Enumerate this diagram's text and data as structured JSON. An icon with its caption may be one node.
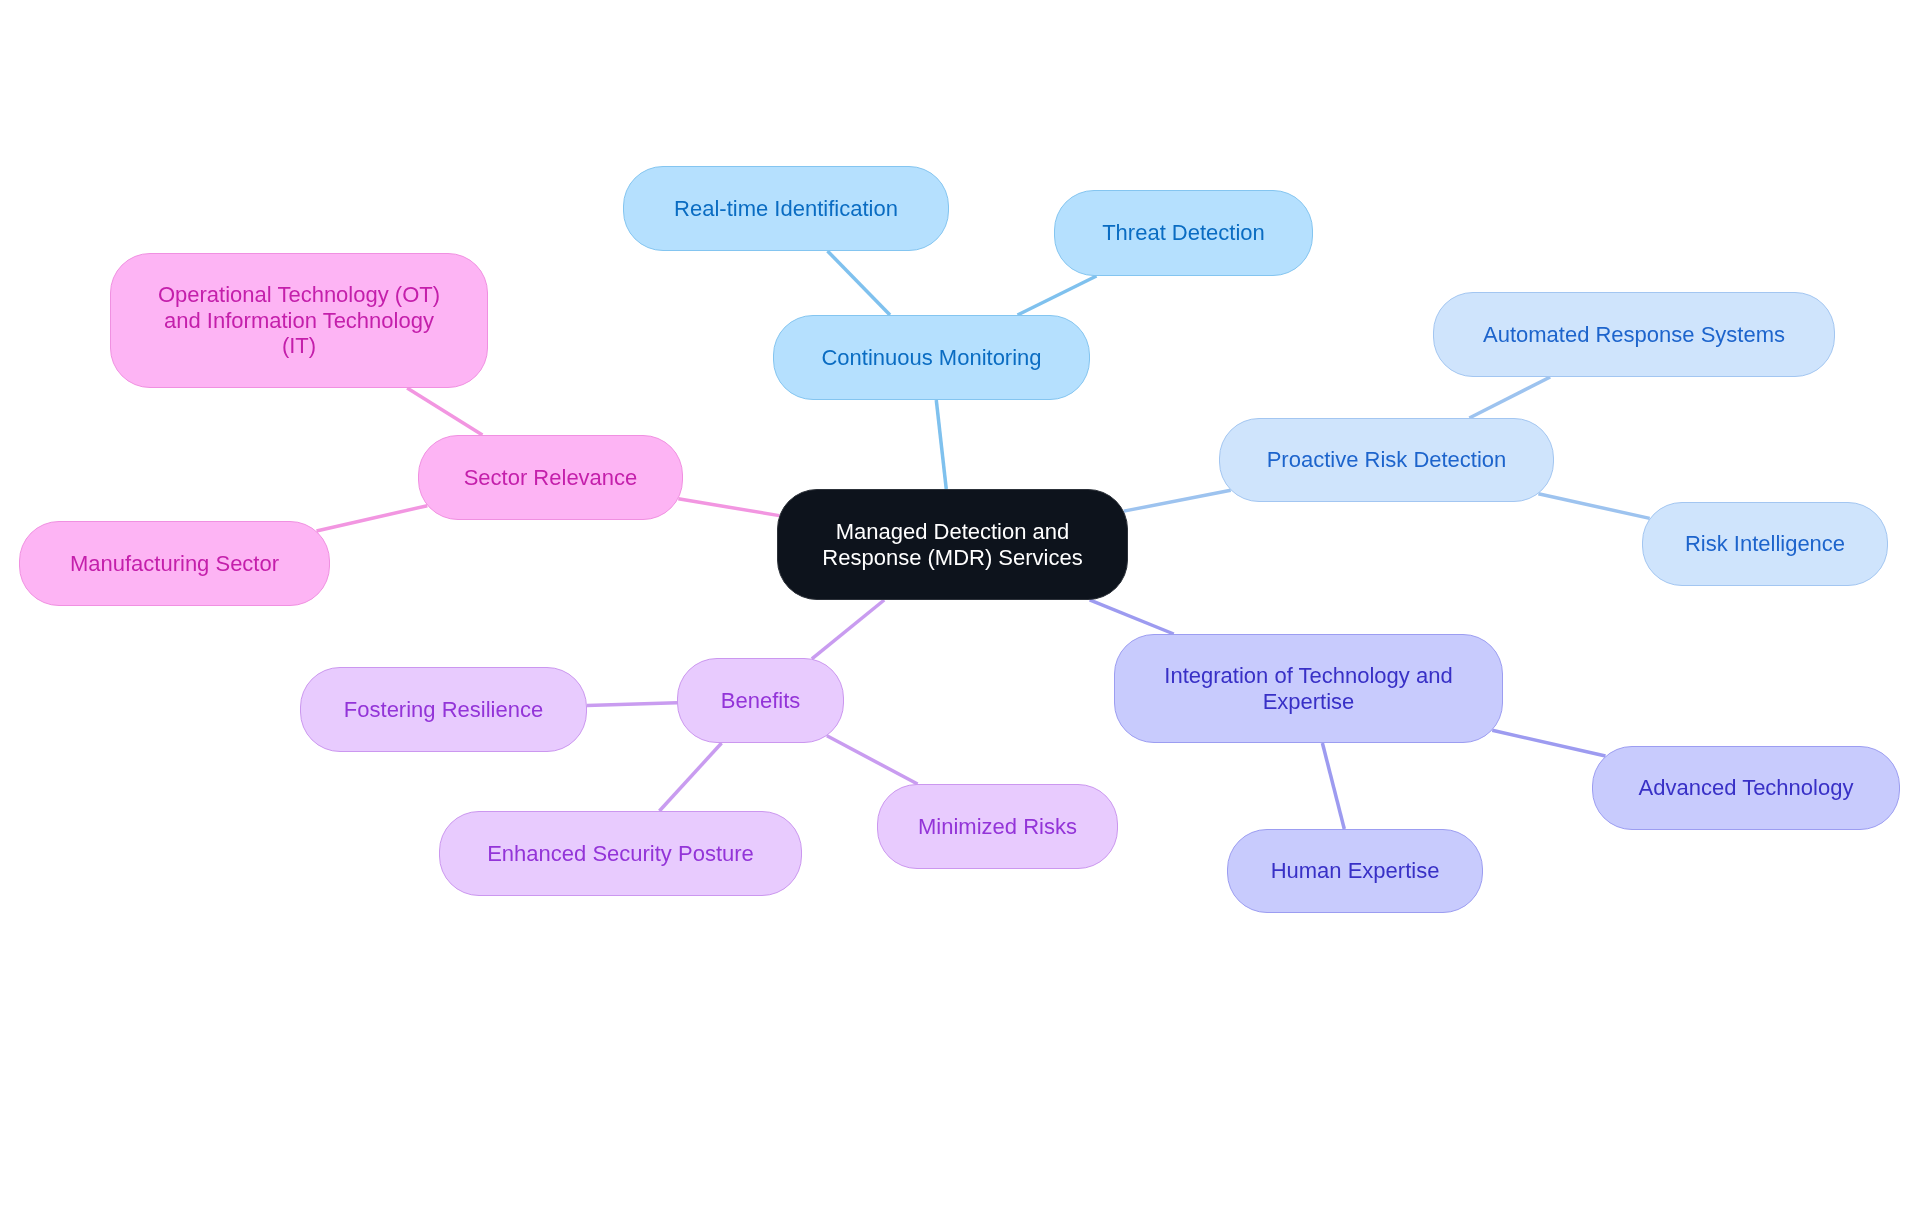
{
  "diagram": {
    "nodes": [
      {
        "text": [
          "Managed Detection and Response (MDR) Services"
        ]
      },
      {
        "text": [
          "Continuous Monitoring"
        ]
      },
      {
        "text": [
          "Real-time Identification"
        ]
      },
      {
        "text": [
          "Threat Detection"
        ]
      },
      {
        "text": [
          "Proactive Risk Detection"
        ]
      },
      {
        "text": [
          "Automated Response Systems"
        ]
      },
      {
        "text": [
          "Risk Intelligence"
        ]
      },
      {
        "text": [
          "Integration of Technology and Expertise"
        ]
      },
      {
        "text": [
          "Advanced Technology"
        ]
      },
      {
        "text": [
          "Human Expertise"
        ]
      },
      {
        "text": [
          "Benefits"
        ]
      },
      {
        "text": [
          "Fostering Resilience"
        ]
      },
      {
        "text": [
          "Enhanced Security Posture"
        ]
      },
      {
        "text": [
          "Minimized Risks"
        ]
      },
      {
        "text": [
          "Sector Relevance"
        ]
      },
      {
        "text": [
          "Operational Technology (OT) and Information Technology (IT)"
        ]
      },
      {
        "text": [
          "Manufacturing Sector"
        ]
      }
    ],
    "edges": [
      {
        "from": 0,
        "to": 1,
        "arrow": "none",
        "color": "#7fc1ee"
      },
      {
        "from": 1,
        "to": 2,
        "arrow": "none",
        "color": "#7fc1ee"
      },
      {
        "from": 1,
        "to": 3,
        "arrow": "none",
        "color": "#7fc1ee"
      },
      {
        "from": 0,
        "to": 4,
        "arrow": "none",
        "color": "#9dc3ef"
      },
      {
        "from": 4,
        "to": 5,
        "arrow": "none",
        "color": "#9dc3ef"
      },
      {
        "from": 4,
        "to": 6,
        "arrow": "none",
        "color": "#9dc3ef"
      },
      {
        "from": 0,
        "to": 7,
        "arrow": "none",
        "color": "#9d9bf0"
      },
      {
        "from": 7,
        "to": 8,
        "arrow": "none",
        "color": "#9d9bf0"
      },
      {
        "from": 7,
        "to": 9,
        "arrow": "none",
        "color": "#9d9bf0"
      },
      {
        "from": 0,
        "to": 10,
        "arrow": "none",
        "color": "#c99cf0"
      },
      {
        "from": 10,
        "to": 11,
        "arrow": "none",
        "color": "#c99cf0"
      },
      {
        "from": 10,
        "to": 12,
        "arrow": "none",
        "color": "#c99cf0"
      },
      {
        "from": 10,
        "to": 13,
        "arrow": "none",
        "color": "#c99cf0"
      },
      {
        "from": 0,
        "to": 14,
        "arrow": "none",
        "color": "#f296e1"
      },
      {
        "from": 14,
        "to": 15,
        "arrow": "none",
        "color": "#f296e1"
      },
      {
        "from": 14,
        "to": 16,
        "arrow": "none",
        "color": "#f296e1"
      }
    ]
  }
}
